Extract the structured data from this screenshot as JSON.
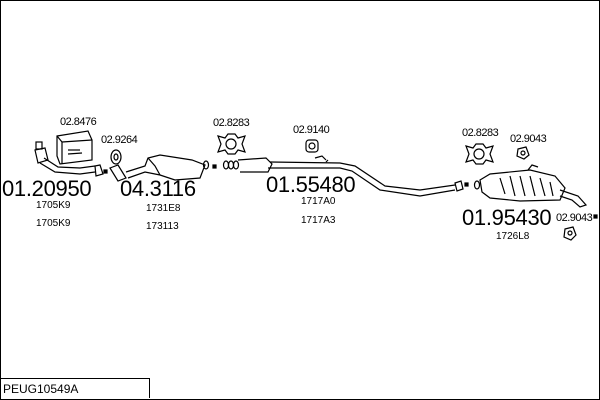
{
  "reference": "PEUG10549A",
  "parts": {
    "front_pipe": {
      "number": "01.20950",
      "oe_refs": [
        "1705K9",
        "1705K9"
      ]
    },
    "catalyst": {
      "number": "04.3116",
      "oe_refs": [
        "1731E8",
        "173113"
      ]
    },
    "middle_section": {
      "number": "01.55480",
      "oe_refs": [
        "1717A0",
        "1717A3"
      ]
    },
    "rear_silencer": {
      "number": "01.95430",
      "oe_refs": [
        "1726L8"
      ]
    }
  },
  "accessories": {
    "mounting_kit": "02.8476",
    "gasket": "02.9264",
    "clamp_front": "02.8283",
    "hanger_middle": "02.9140",
    "clamp_rear": "02.8283",
    "rubber_rear_top": "02.9043",
    "rubber_rear_bottom": "02.9043"
  }
}
